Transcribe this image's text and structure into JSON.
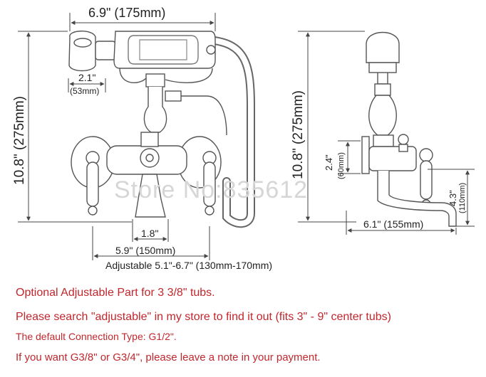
{
  "figure": {
    "front_view": {
      "width_label": "6.9\" (175mm)",
      "handset_width_label": "2.1\"",
      "handset_width_mm": "(53mm)",
      "height_label": "10.8\" (275mm)",
      "spout_width_label": "1.8\"",
      "center_label": "5.9\" (150mm)",
      "adjustable_label": "Adjustable 5.1\"-6.7\" (130mm-170mm)"
    },
    "side_view": {
      "height_label": "10.8\" (275mm)",
      "inlet_label": "2.4\"",
      "inlet_mm": "(60mm)",
      "spout_drop_label": "4.3\"",
      "spout_drop_mm": "(110mm)",
      "reach_label": "6.1\" (155mm)"
    },
    "watermark": "Store No:835612"
  },
  "notes": [
    "Optional Adjustable Part for 3 3/8\" tubs.",
    "Please search \"adjustable\" in my store to find it out (fits 3\" - 9\" center tubs)",
    "The default Connection Type: G1/2\".",
    "If you want G3/8\" or G3/4\", please leave a note in your payment."
  ],
  "colors": {
    "line": "#555555",
    "note_text": "#c1272d",
    "watermark": "#d6d6d6"
  }
}
